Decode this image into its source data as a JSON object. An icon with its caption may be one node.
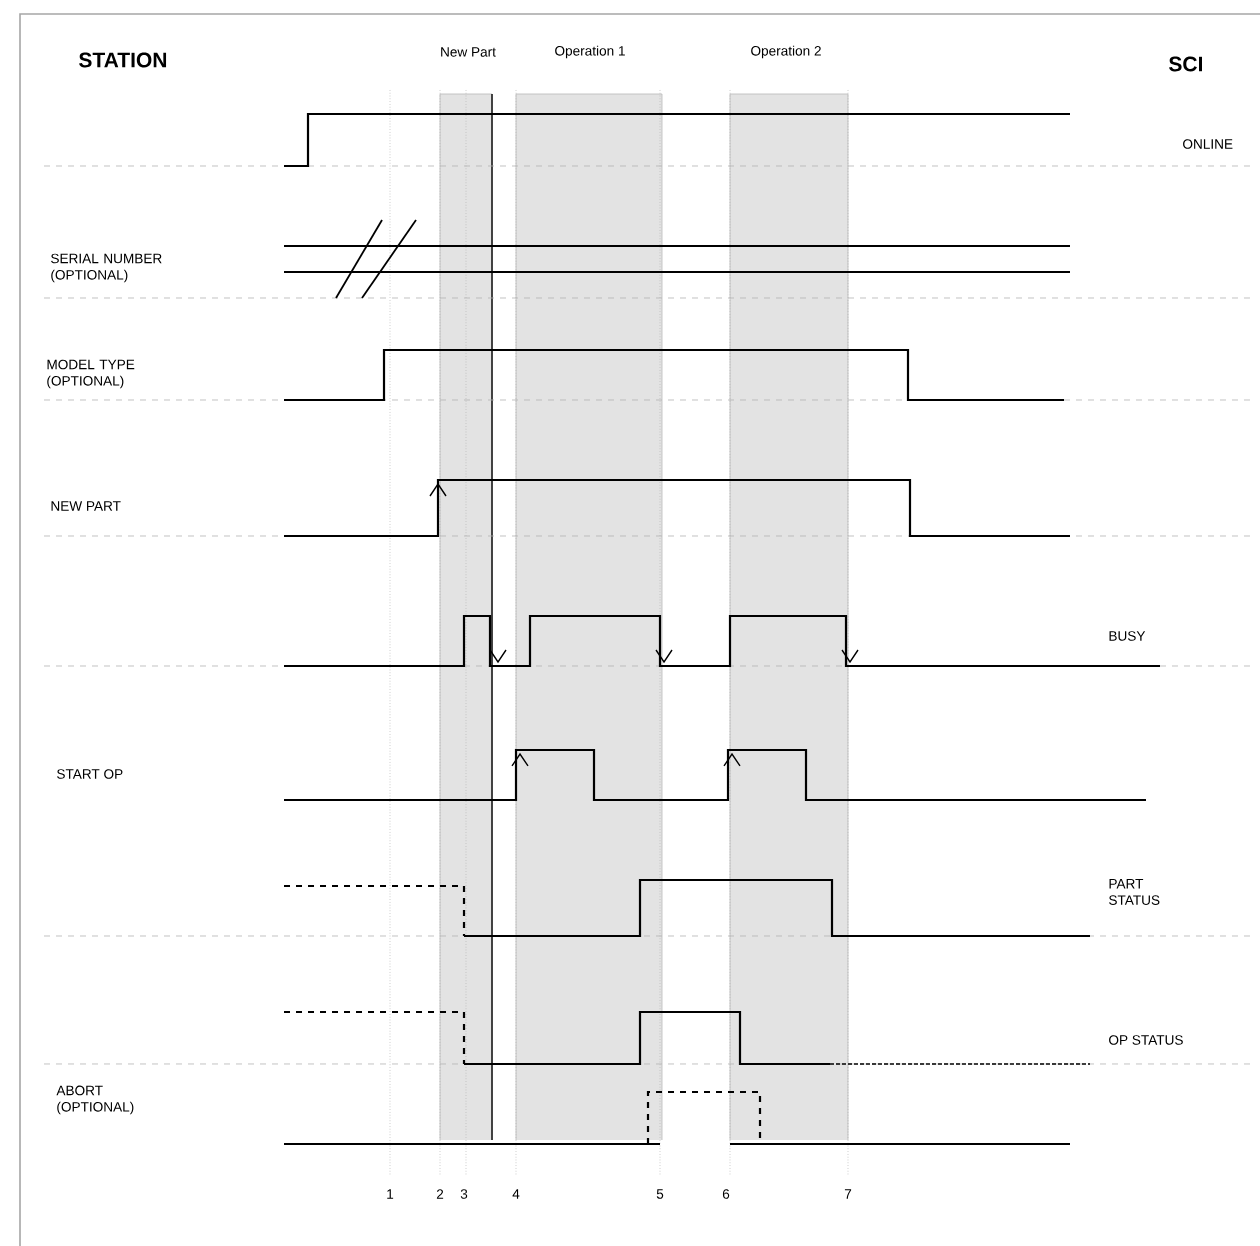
{
  "diagram": {
    "labels": [
      "STATION",
      "New Part",
      "Operation 1",
      "Operation 2",
      "SCI",
      "ONLINE",
      "SERIAL NUMBER (OPTIONAL)",
      "MODEL TYPE (OPTIONAL)",
      "NEW PART",
      "BUSY",
      "START OP",
      "PART STATUS",
      "OP STATUS",
      "ABORT (OPTIONAL)",
      "1",
      "2",
      "3",
      "4",
      "5",
      "6",
      "7"
    ]
  }
}
